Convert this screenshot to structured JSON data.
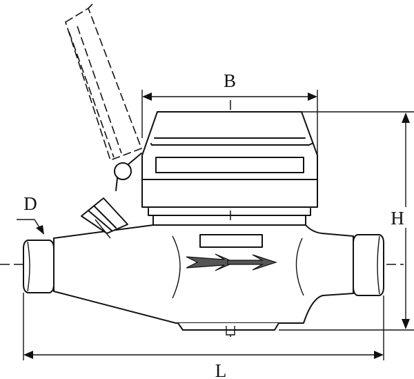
{
  "diagram": {
    "labels": {
      "width": "B",
      "height": "H",
      "length": "L",
      "diameter": "D"
    },
    "colors": {
      "line": "#111111",
      "flow_arrow": "#555555",
      "background": "#ffffff"
    }
  }
}
